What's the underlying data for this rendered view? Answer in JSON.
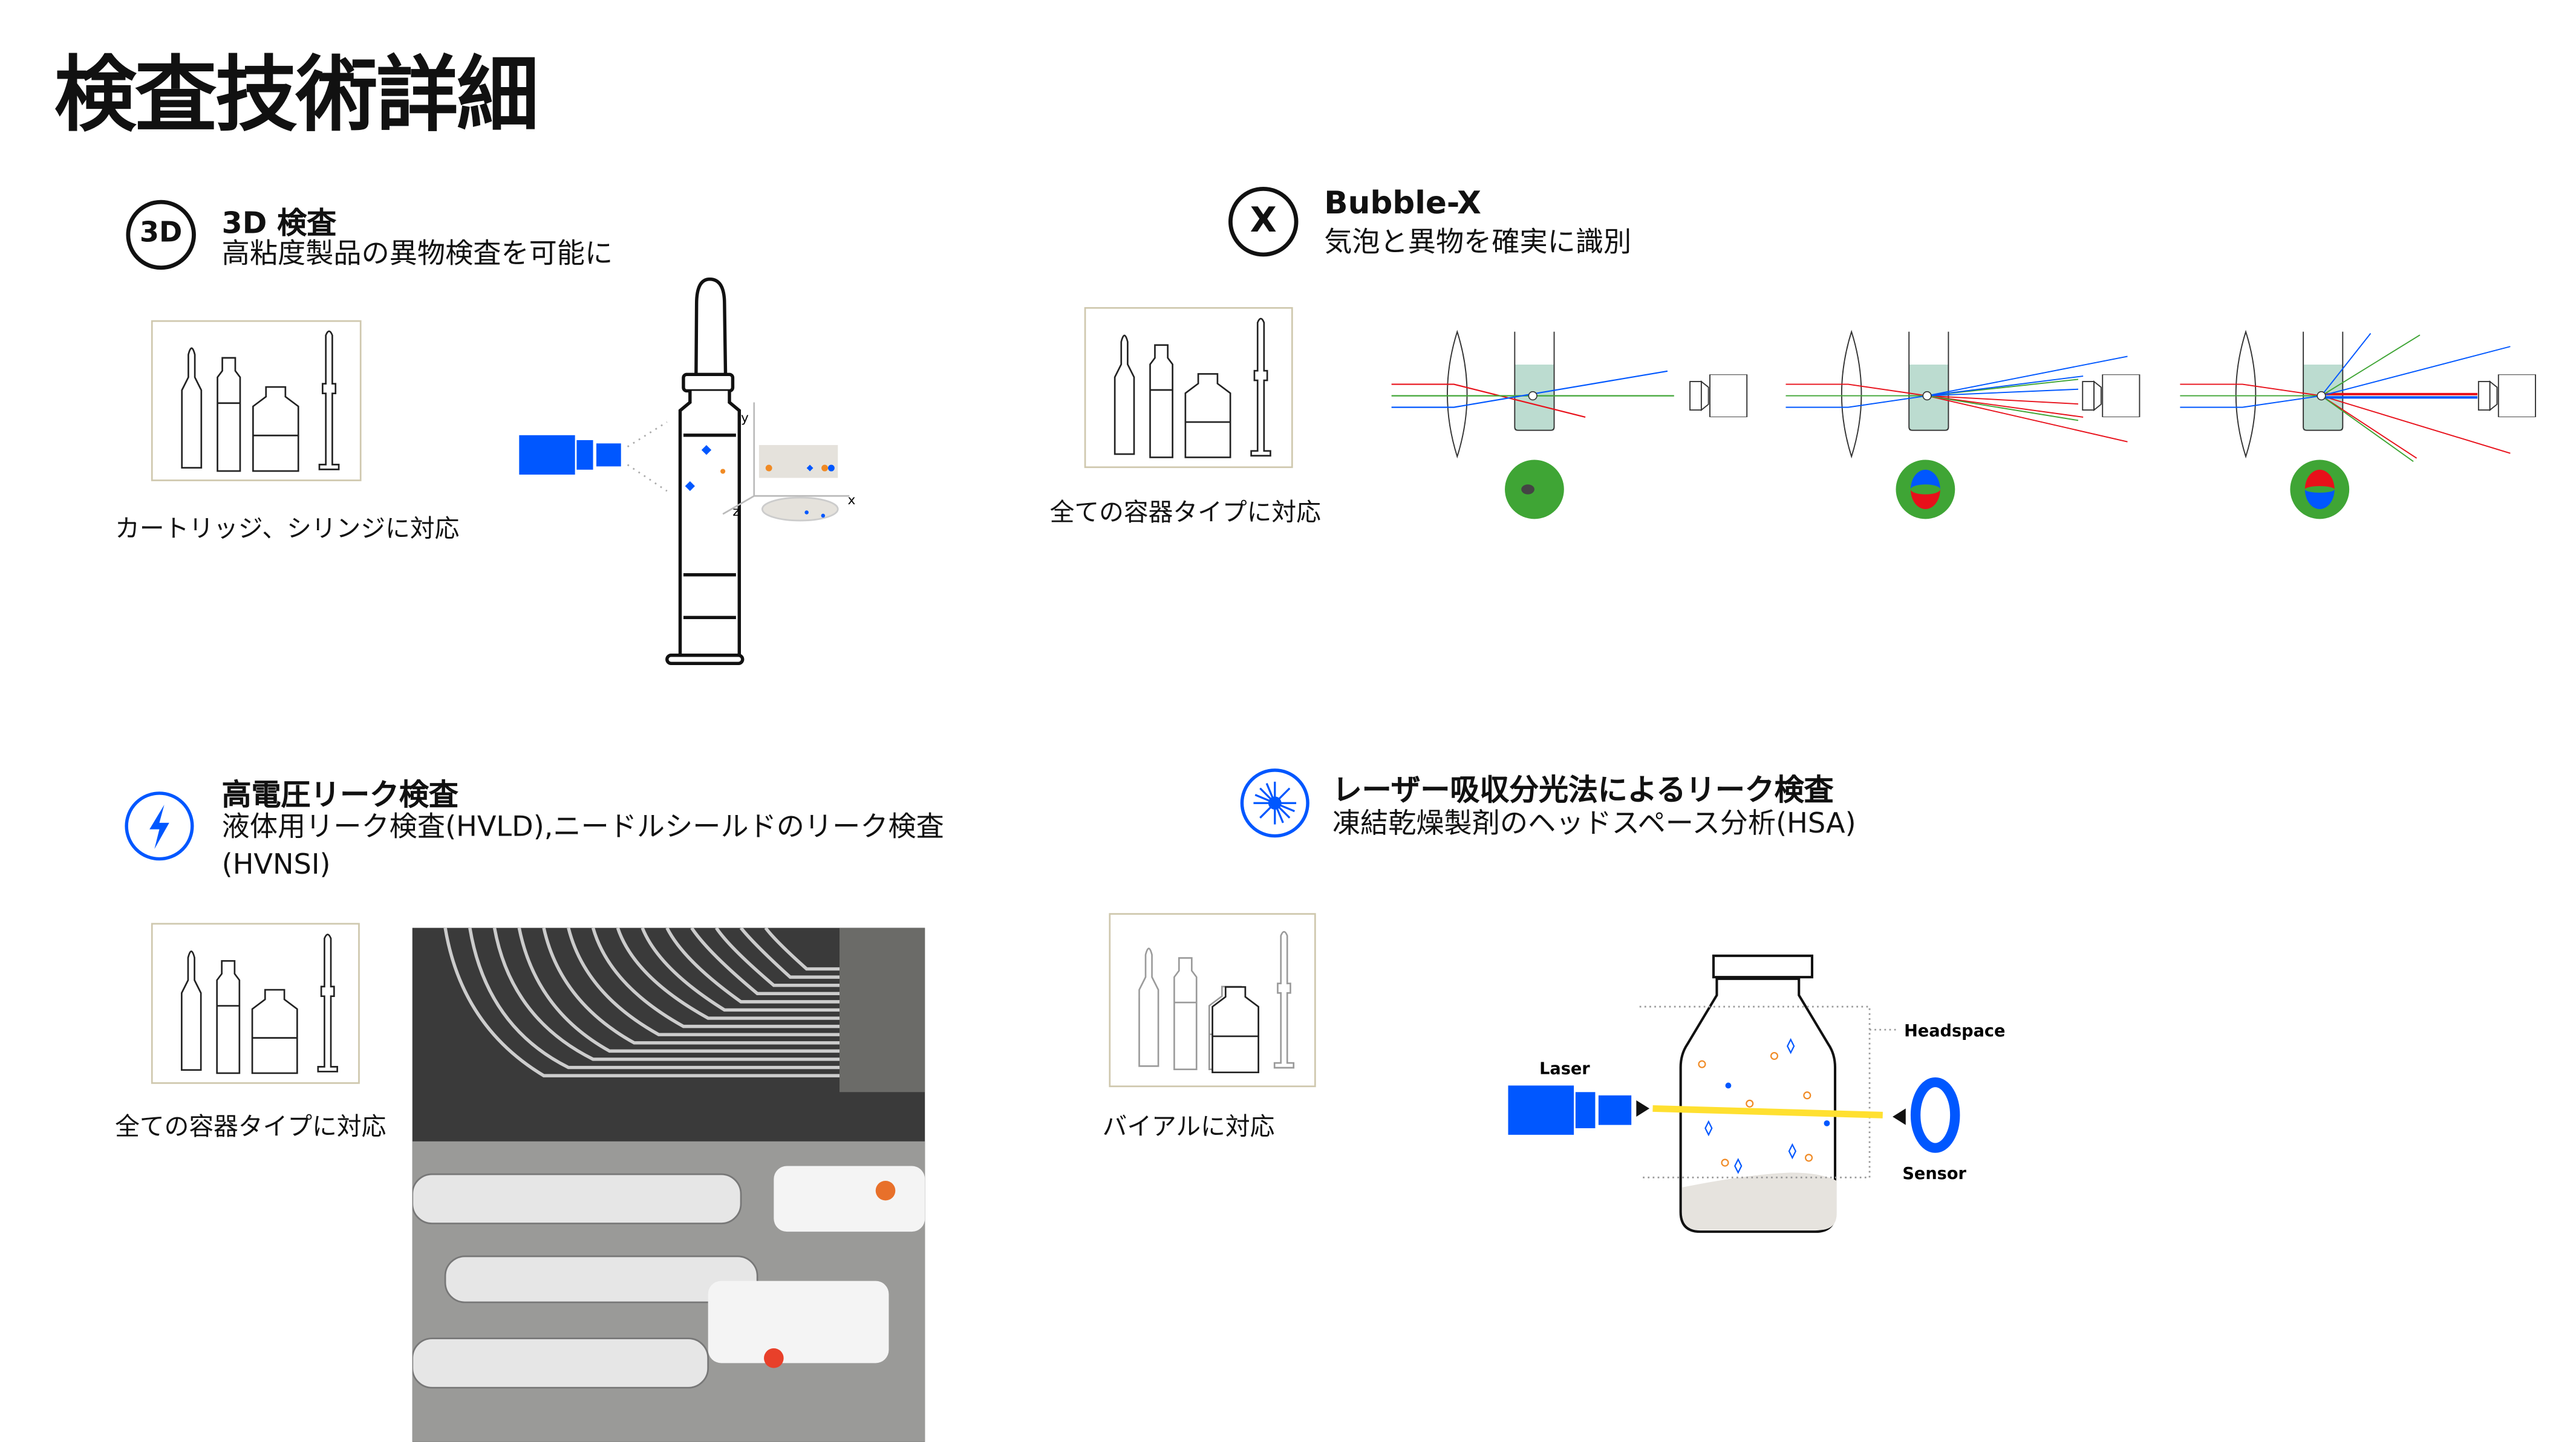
{
  "page_title": "検査技術詳細",
  "sections": [
    {
      "icon_label": "3D",
      "title": "3D 検査",
      "subtitle": "高粘度製品の異物検査を可能に",
      "caption": "カートリッジ、シリンジに対応",
      "diagram": {
        "axis_x": "x",
        "axis_y": "y",
        "axis_z": "z"
      }
    },
    {
      "icon_label": "X",
      "title": "Bubble-X",
      "subtitle": "気泡と異物を確実に識別",
      "caption": "全ての容器タイプに対応"
    },
    {
      "title": "高電圧リーク検査",
      "subtitle_line1": "液体用リーク検査(HVLD),ニードルシールドのリーク検査",
      "subtitle_line2": "(HVNSI)",
      "caption": "全ての容器タイプに対応"
    },
    {
      "title": "レーザー吸収分光法によるリーク検査",
      "subtitle": "凍結乾燥製剤のヘッドスペース分析(HSA)",
      "caption": "バイアルに対応",
      "diagram": {
        "laser_label": "Laser",
        "headspace_label": "Headspace",
        "sensor_label": "Sensor"
      }
    }
  ],
  "colors": {
    "blue": "#0057ff",
    "red": "#e8101a",
    "green": "#3fa535",
    "liquid": "#bcdcd0",
    "yellow": "#ffe030"
  }
}
